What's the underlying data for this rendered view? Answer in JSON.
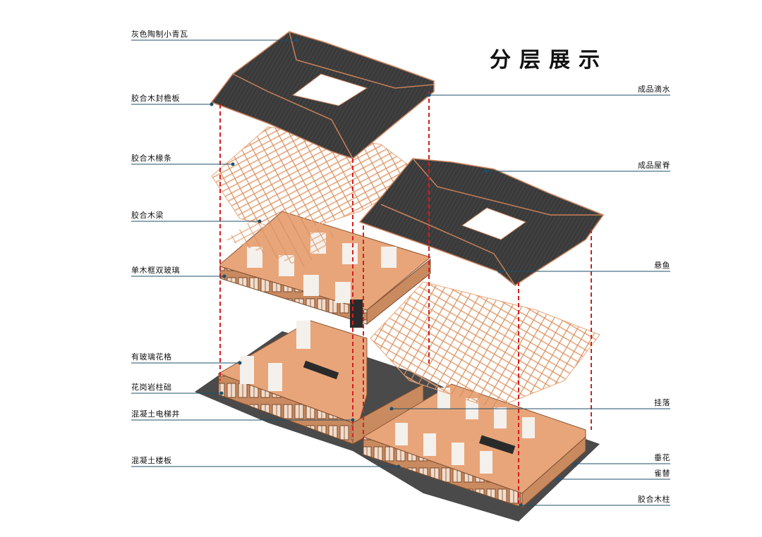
{
  "title": "分层展示",
  "labels_left": [
    "灰色陶制小青瓦",
    "胶合木封檐板",
    "胶合木椽条",
    "胶合木梁",
    "单木框双玻璃",
    "有玻璃花格",
    "花岗岩柱础",
    "混凝土电梯井",
    "混凝土楼板"
  ],
  "labels_right": [
    "成品滴水",
    "成品屋脊",
    "悬鱼",
    "挂落",
    "垂花",
    "雀替",
    "胶合木柱"
  ],
  "colors": {
    "roof": "#3a3a3a",
    "roof_dark": "#262626",
    "timber": "#e8a57a",
    "timber_dark": "#b86f47",
    "leader": "#1f4f6a",
    "dash": "#d41f1f",
    "base": "#4a4a4a"
  }
}
